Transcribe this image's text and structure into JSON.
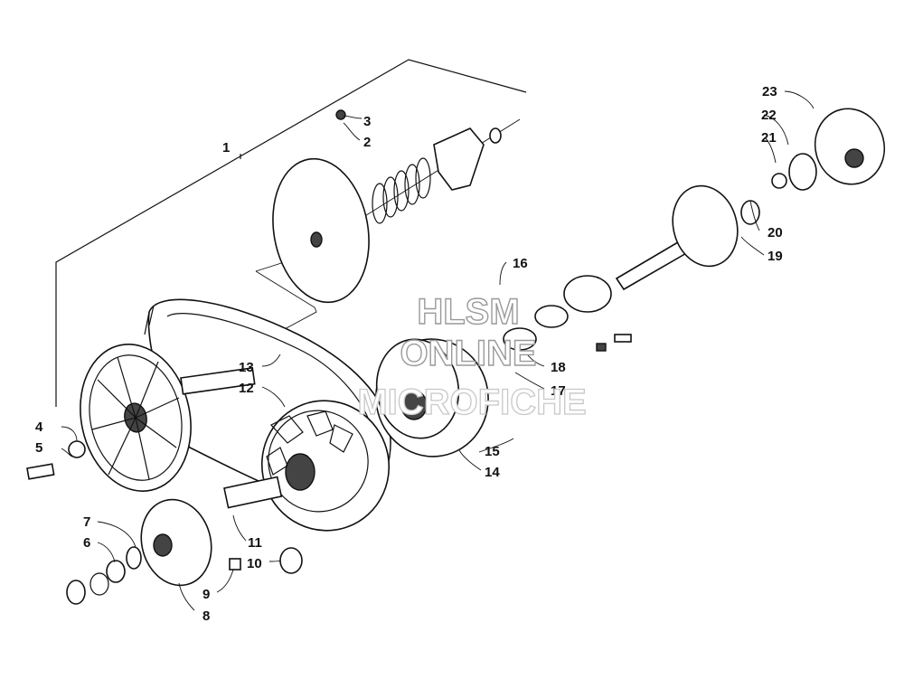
{
  "labels": {
    "l1": "1",
    "l2": "2",
    "l3": "3",
    "l4": "4",
    "l5": "5",
    "l6": "6",
    "l7": "7",
    "l8": "8",
    "l9": "9",
    "l10": "10",
    "l11": "11",
    "l12": "12",
    "l13": "13",
    "l14": "14",
    "l15": "15",
    "l16": "16",
    "l17": "17",
    "l18": "18",
    "l19": "19",
    "l20": "20",
    "l21": "21",
    "l22": "22",
    "l23": "23"
  },
  "watermark": {
    "line1": "HLSM",
    "line2": "ONLINE",
    "line3": "MICROFICHE"
  }
}
